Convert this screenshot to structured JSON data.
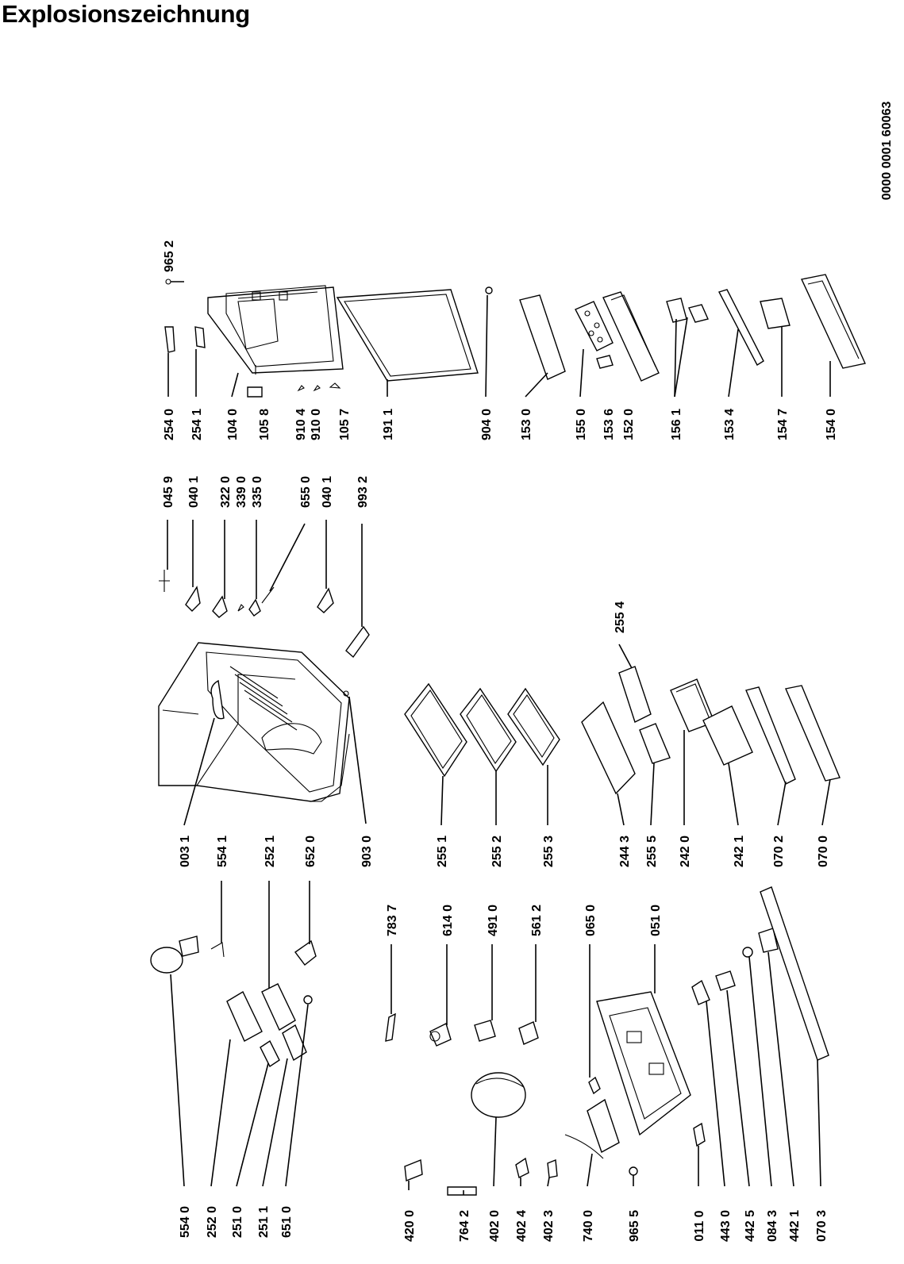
{
  "title": "Explosionszeichnung",
  "drawing_id": "0000 0001 60063",
  "part_labels": [
    "965 2",
    "254 0",
    "254 1",
    "104 0",
    "105 8",
    "910 4",
    "910 0",
    "105 7",
    "191 1",
    "904 0",
    "153 0",
    "155 0",
    "153 6",
    "152 0",
    "156 1",
    "153 4",
    "154 7",
    "154 0",
    "045 9",
    "040 1",
    "322 0",
    "339 0",
    "335 0",
    "655 0",
    "040 1",
    "993 2",
    "255 4",
    "003 1",
    "554 1",
    "252 1",
    "652 0",
    "903 0",
    "255 1",
    "255 2",
    "255 3",
    "244 3",
    "255 5",
    "242 0",
    "242 1",
    "070 2",
    "070 0",
    "783 7",
    "614 0",
    "491 0",
    "561 2",
    "065 0",
    "051 0",
    "554 0",
    "252 0",
    "251 0",
    "251 1",
    "651 0",
    "420 0",
    "764 2",
    "402 0",
    "402 4",
    "402 3",
    "740 0",
    "965 5",
    "011 0",
    "443 0",
    "442 5",
    "084 3",
    "442 1",
    "070 3"
  ]
}
